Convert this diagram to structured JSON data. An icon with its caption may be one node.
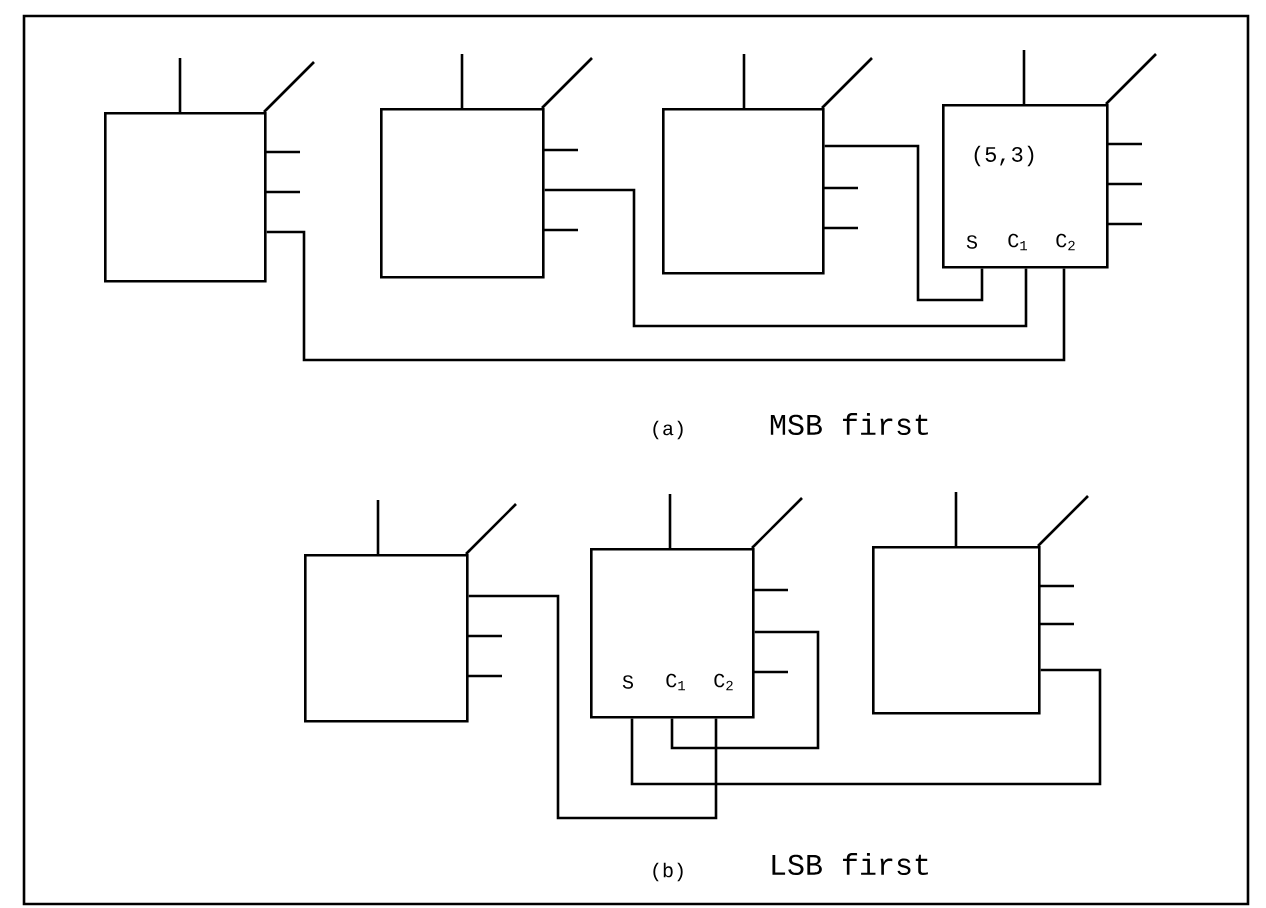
{
  "diagram": {
    "nodes": [
      {
        "text": [],
        "shape": "box"
      },
      {
        "text": [],
        "shape": "box"
      },
      {
        "text": [],
        "shape": "box"
      },
      {
        "text": [
          "(5,3)",
          "S",
          "C$_{1}$",
          "C$_{2}$"
        ]
      },
      {
        "text": [],
        "shape": "box"
      },
      {
        "text": [
          "S",
          "C$_{1}$",
          "C$_{2}$"
        ]
      },
      {
        "text": [],
        "shape": "box"
      }
    ],
    "edges": [
      {
        "from": 3,
        "to": 2,
        "arrow": "none"
      },
      {
        "from": 3,
        "to": 1,
        "arrow": "none"
      },
      {
        "from": 3,
        "to": 0,
        "arrow": "none"
      },
      {
        "from": 5,
        "to": 6,
        "arrow": "none"
      },
      {
        "from": 5,
        "to": 5,
        "arrow": "none"
      },
      {
        "from": 5,
        "to": 4,
        "arrow": "none"
      }
    ],
    "labels": [
      "(a)",
      "MSB first",
      "(b)",
      "LSB first"
    ]
  }
}
